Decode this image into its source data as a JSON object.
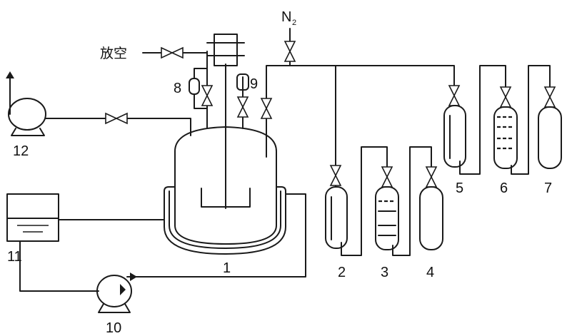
{
  "labels": {
    "reactor": "1",
    "vessel_2": "2",
    "vessel_3": "3",
    "vessel_4": "4",
    "vessel_5": "5",
    "vessel_6": "6",
    "vessel_7": "7",
    "item_8": "8",
    "item_9": "9",
    "circulation_pump": "10",
    "water_bath": "11",
    "vacuum_pump": "12",
    "vent": "放空",
    "nitrogen": "N",
    "nitrogen_sub": "2"
  }
}
